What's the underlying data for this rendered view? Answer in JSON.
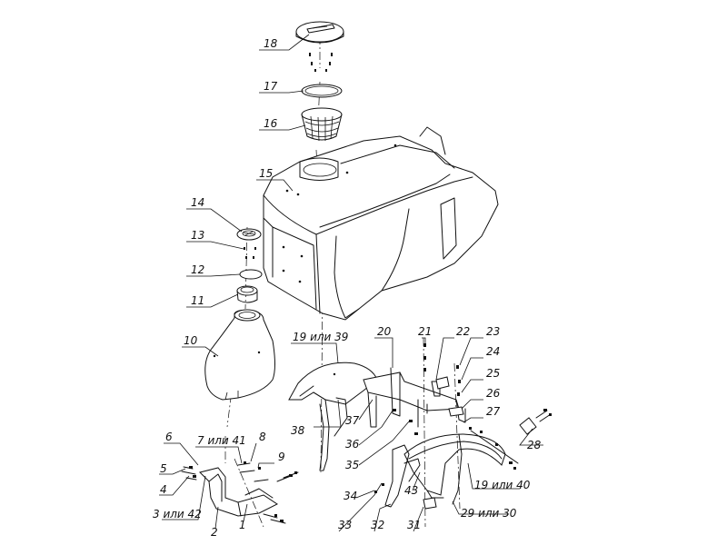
{
  "callouts": [
    {
      "id": "c1",
      "text": "1"
    },
    {
      "id": "c2",
      "text": "2"
    },
    {
      "id": "c3",
      "text": "3 или 42"
    },
    {
      "id": "c4",
      "text": "4"
    },
    {
      "id": "c5",
      "text": "5"
    },
    {
      "id": "c6",
      "text": "6"
    },
    {
      "id": "c7",
      "text": "7 или 41"
    },
    {
      "id": "c8",
      "text": "8"
    },
    {
      "id": "c9",
      "text": "9"
    },
    {
      "id": "c10",
      "text": "10"
    },
    {
      "id": "c11",
      "text": "11"
    },
    {
      "id": "c12",
      "text": "12"
    },
    {
      "id": "c13",
      "text": "13"
    },
    {
      "id": "c14",
      "text": "14"
    },
    {
      "id": "c15",
      "text": "15"
    },
    {
      "id": "c16",
      "text": "16"
    },
    {
      "id": "c17",
      "text": "17"
    },
    {
      "id": "c18",
      "text": "18"
    },
    {
      "id": "c19a",
      "text": "19 или 39"
    },
    {
      "id": "c19b",
      "text": "19 или 40"
    },
    {
      "id": "c20",
      "text": "20"
    },
    {
      "id": "c21",
      "text": "21"
    },
    {
      "id": "c22",
      "text": "22"
    },
    {
      "id": "c23",
      "text": "23"
    },
    {
      "id": "c24",
      "text": "24"
    },
    {
      "id": "c25",
      "text": "25"
    },
    {
      "id": "c26",
      "text": "26"
    },
    {
      "id": "c27",
      "text": "27"
    },
    {
      "id": "c28",
      "text": "28"
    },
    {
      "id": "c29",
      "text": "29 или 30"
    },
    {
      "id": "c31",
      "text": "31"
    },
    {
      "id": "c32",
      "text": "32"
    },
    {
      "id": "c33",
      "text": "33"
    },
    {
      "id": "c34",
      "text": "34"
    },
    {
      "id": "c35",
      "text": "35"
    },
    {
      "id": "c36",
      "text": "36"
    },
    {
      "id": "c37",
      "text": "37"
    },
    {
      "id": "c38",
      "text": "38"
    },
    {
      "id": "c43",
      "text": "43"
    }
  ]
}
